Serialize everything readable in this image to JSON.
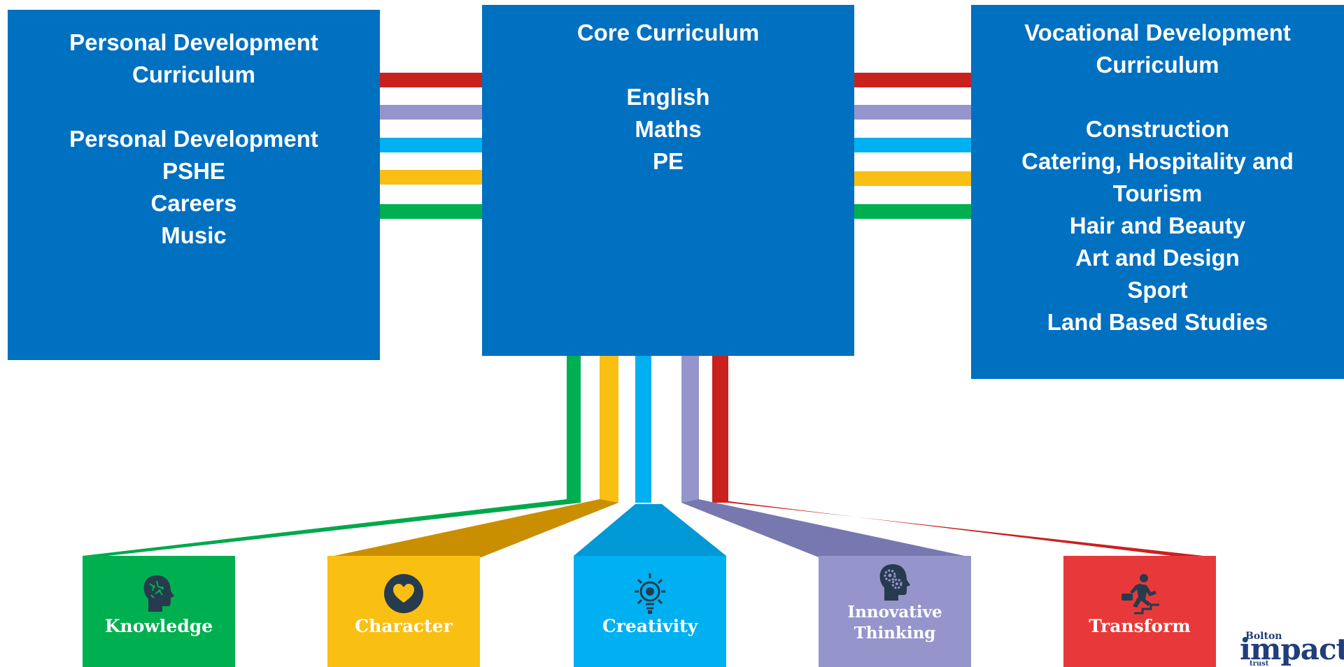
{
  "boxes": {
    "personal": {
      "heading": [
        "Personal Development",
        "Curriculum"
      ],
      "items": [
        "Personal Development",
        "PSHE",
        "Careers",
        "Music"
      ]
    },
    "core": {
      "heading": [
        "Core Curriculum"
      ],
      "items": [
        "English",
        "Maths",
        "PE"
      ]
    },
    "vocational": {
      "heading": [
        "Vocational Development",
        "Curriculum"
      ],
      "items": [
        "Construction",
        "Catering, Hospitality and",
        "Tourism",
        "Hair and Beauty",
        "Art and Design",
        "Sport",
        "Land Based Studies"
      ]
    }
  },
  "tiles": [
    {
      "label": "Knowledge",
      "icon": "brain-head-icon",
      "color": "#00b050"
    },
    {
      "label": "Character",
      "icon": "heart-circle-icon",
      "color": "#f9bf13"
    },
    {
      "label": "Creativity",
      "icon": "lightbulb-icon",
      "color": "#00b0f0"
    },
    {
      "label": "Innovative Thinking",
      "label_lines": [
        "Innovative",
        "Thinking"
      ],
      "icon": "gear-head-icon",
      "color": "#9595cc"
    },
    {
      "label": "Transform",
      "icon": "climbing-stairs-icon",
      "color": "#e8393a"
    }
  ],
  "colors": {
    "box_blue": "#0070c0",
    "red": "#c9211e",
    "purple": "#9595cc",
    "cyan": "#00b0f0",
    "yellow": "#f9bf13",
    "green": "#00b050"
  },
  "logo": {
    "small": "Bolton",
    "main": "impact",
    "tiny": "trust"
  }
}
